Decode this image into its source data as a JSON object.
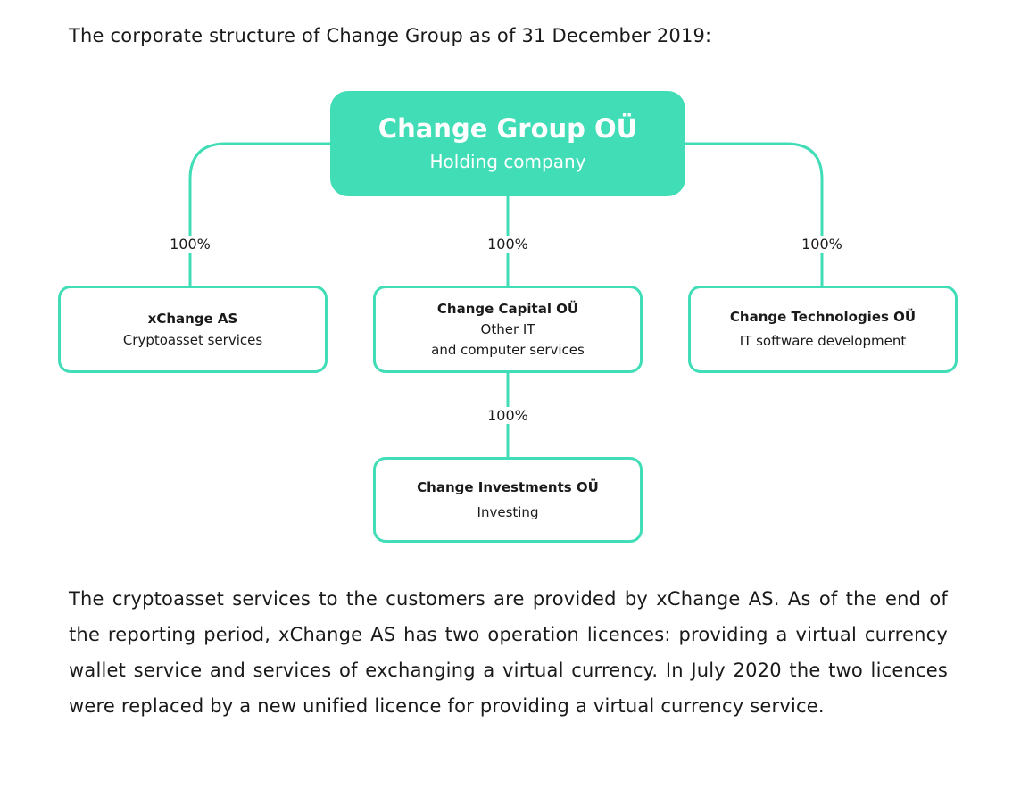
{
  "intro": "The corporate structure of Change Group as of 31 December 2019:",
  "diagram": {
    "accent_color": "#40DDB6",
    "root": {
      "name": "Change Group OÜ",
      "desc": "Holding company"
    },
    "children": [
      {
        "name": "xChange AS",
        "desc": "Cryptoasset services",
        "share": "100%"
      },
      {
        "name": "Change Capital OÜ",
        "desc": "Other IT\nand computer services",
        "share": "100%"
      },
      {
        "name": "Change Technologies OÜ",
        "desc": "IT software development",
        "share": "100%"
      }
    ],
    "grandchild": {
      "name": "Change Investments OÜ",
      "desc": "Investing",
      "share": "100%"
    }
  },
  "paragraph": "The cryptoasset services to the customers are provided by xChange AS. As of the end of the reporting period, xChange AS has two operation licences: providing a virtual currency wallet service and services of exchanging a virtual currency. In July 2020 the two licences were replaced by a new unified licence for providing a virtual currency service."
}
